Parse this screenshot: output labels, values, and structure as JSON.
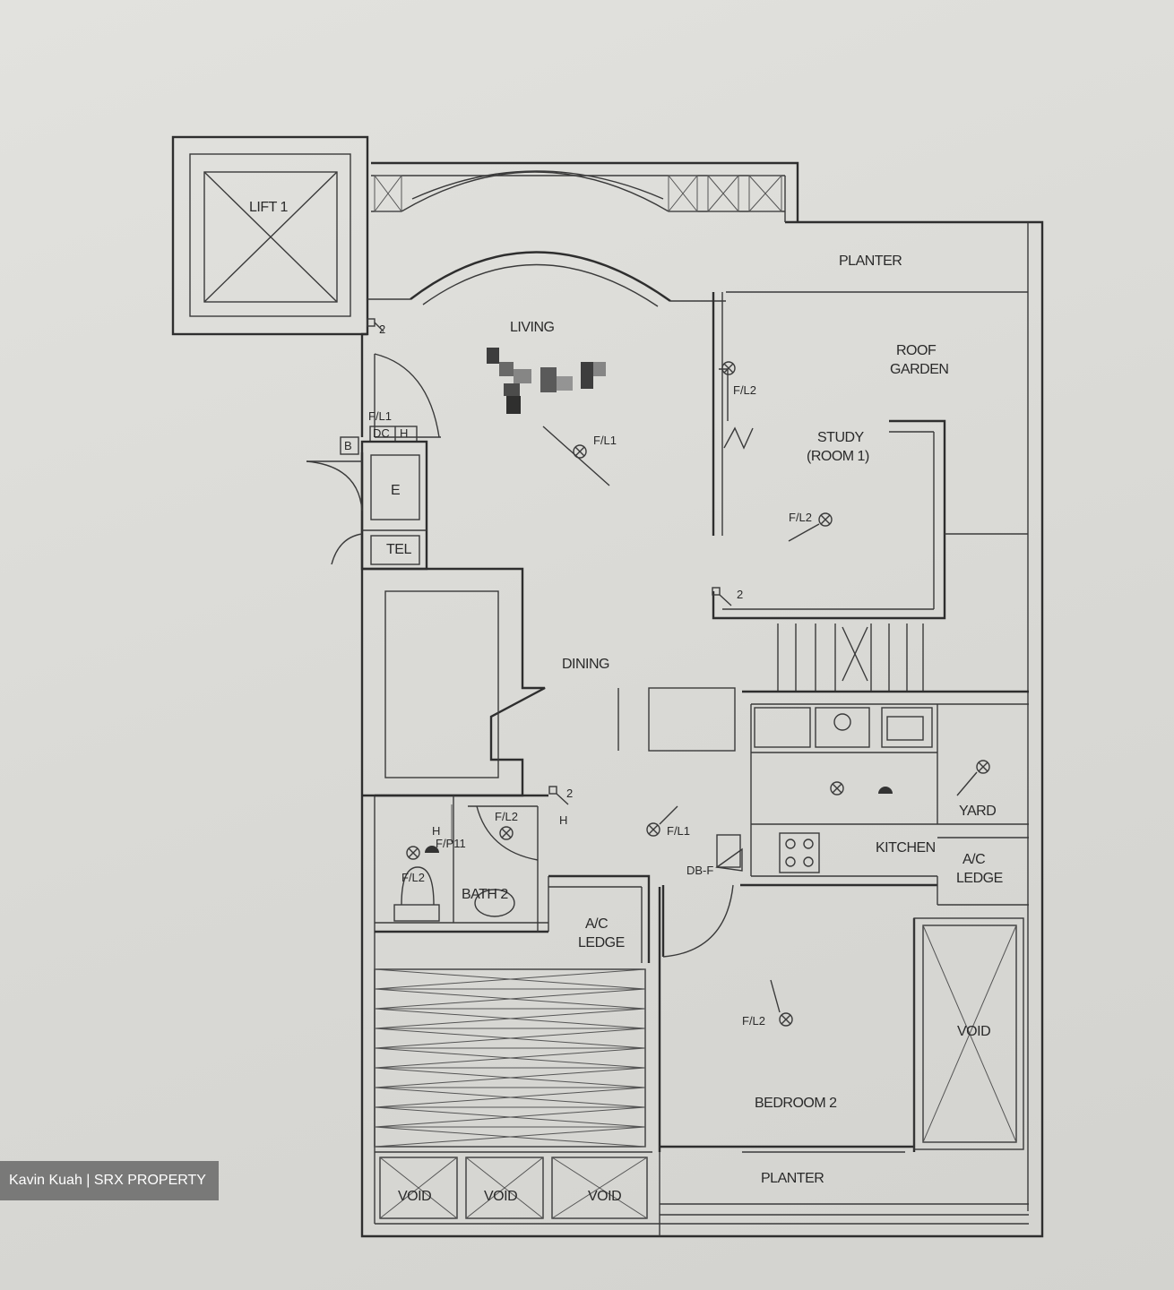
{
  "rooms": {
    "lift": "LIFT 1",
    "planter_top": "PLANTER",
    "living": "LIVING",
    "roof_garden_1": "ROOF",
    "roof_garden_2": "GARDEN",
    "study_1": "STUDY",
    "study_2": "(ROOM 1)",
    "dining": "DINING",
    "kitchen": "KITCHEN",
    "yard": "YARD",
    "ac_ledge_right_1": "A/C",
    "ac_ledge_right_2": "LEDGE",
    "ac_ledge_mid_1": "A/C",
    "ac_ledge_mid_2": "LEDGE",
    "bath2": "BATH 2",
    "bedroom2": "BEDROOM 2",
    "planter_bottom": "PLANTER",
    "void_right": "VOID",
    "void_1": "VOID",
    "void_2": "VOID",
    "void_3": "VOID",
    "e_closet": "E",
    "tel": "TEL",
    "b": "B",
    "dc": "DC",
    "hh": "H"
  },
  "fixtures": {
    "fl1_living": "F/L1",
    "fl2_partition": "F/L2",
    "fl2_study": "F/L2",
    "fl1_store": "F/L1",
    "fl1_dining": "F/L1",
    "fl2_bath": "F/L2",
    "fp11": "F/P11",
    "fl2_bath_wc": "F/L2",
    "fl2_bedroom": "F/L2",
    "dbf": "DB-F",
    "num_2_a": "2",
    "num_2_b": "2",
    "num_2_c": "2",
    "h_bath": "H",
    "h_dining": "H"
  },
  "credit": "Kavin Kuah | SRX PROPERTY"
}
